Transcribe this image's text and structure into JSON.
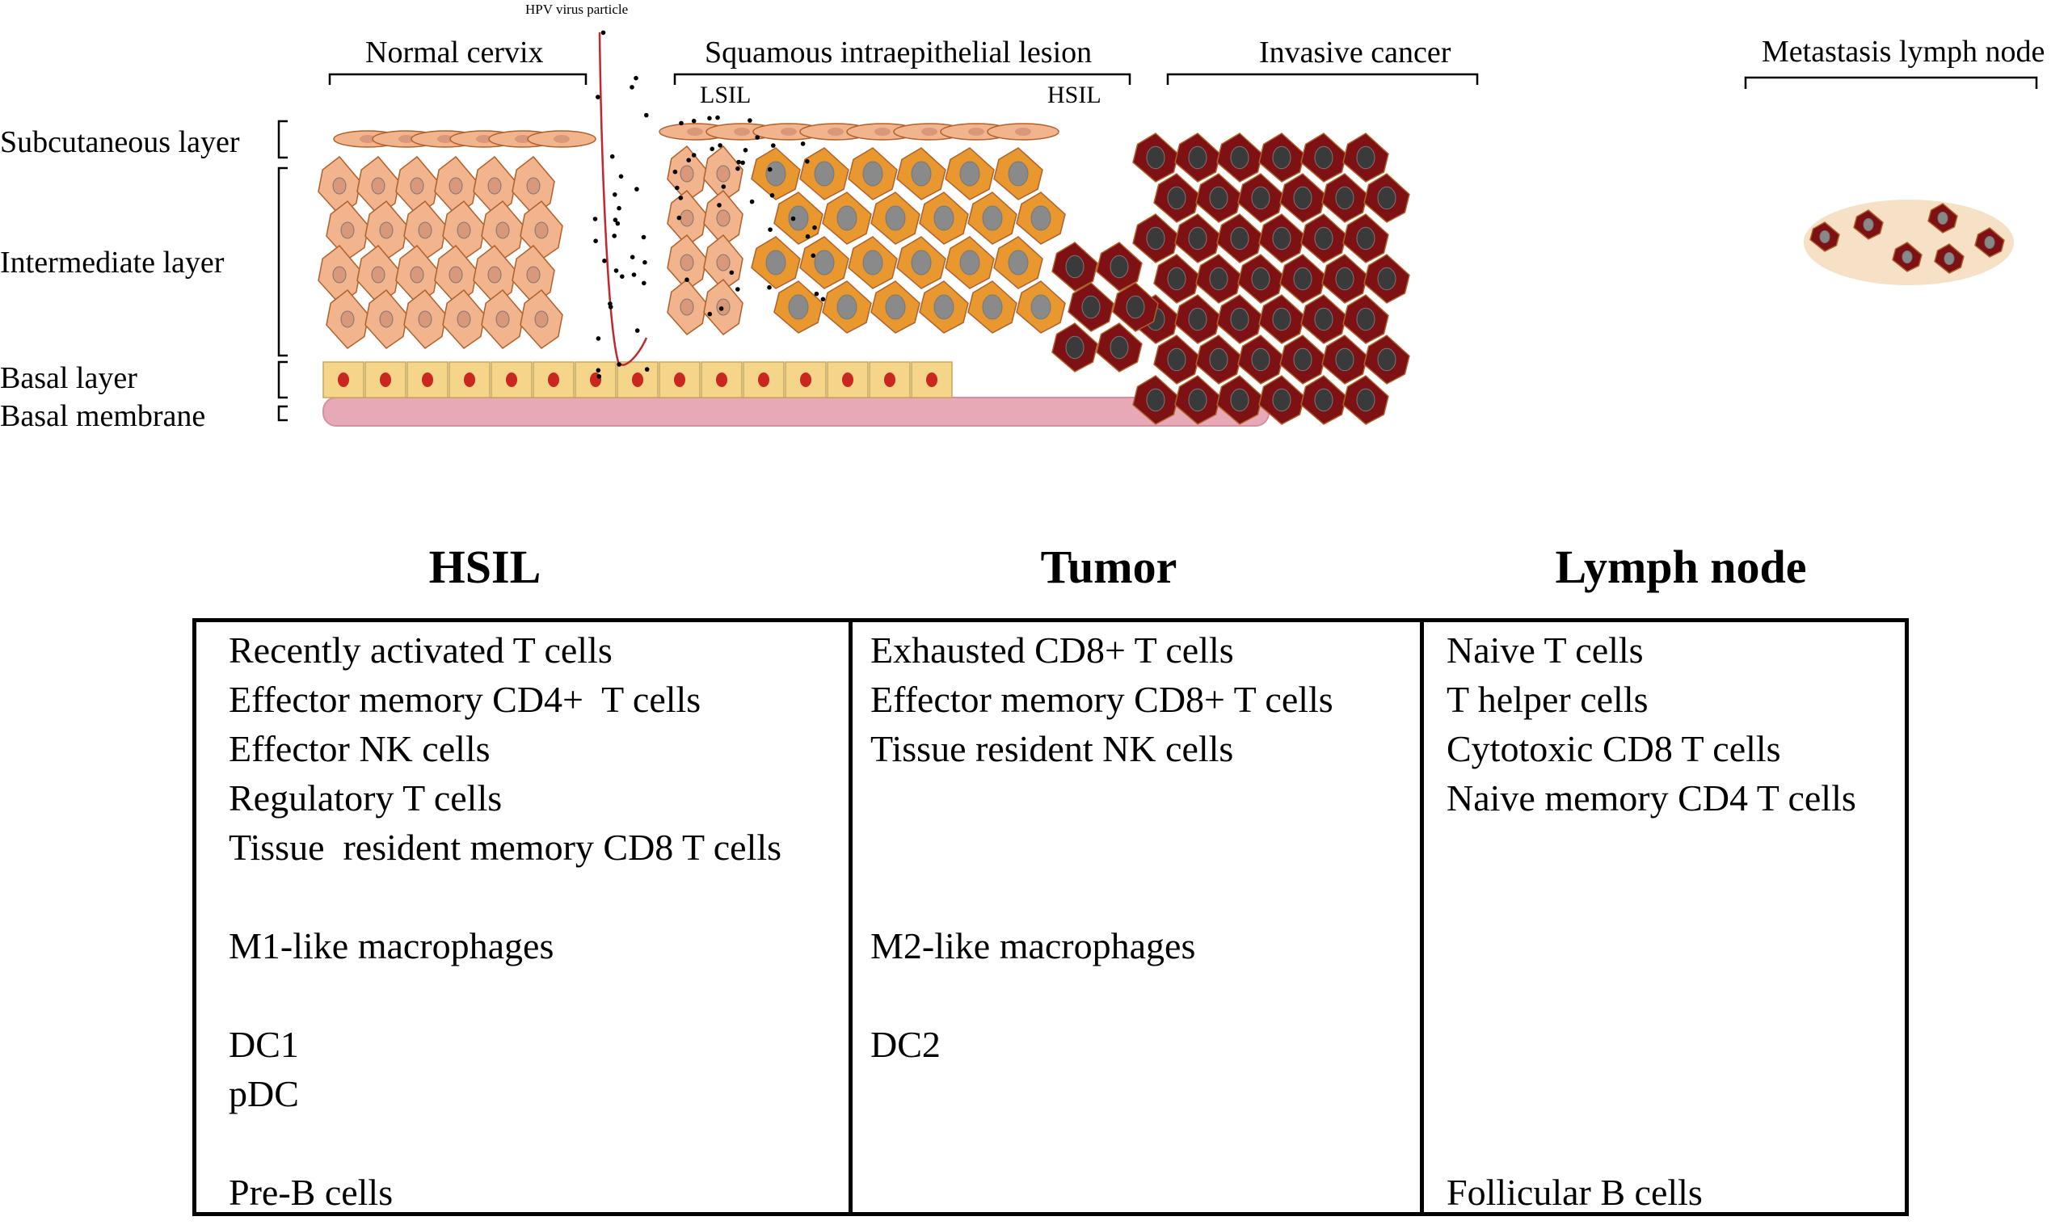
{
  "diagram": {
    "hpv_label": "HPV virus particle",
    "stage_labels": {
      "normal": "Normal cervix",
      "sil": "Squamous intraepithelial lesion",
      "lsil": "LSIL",
      "hsil": "HSIL",
      "invasive": "Invasive cancer",
      "metastasis": "Metastasis lymph node"
    },
    "layer_labels": {
      "subcutaneous": "Subcutaneous layer",
      "intermediate": "Intermediate layer",
      "basal": "Basal layer",
      "membrane": "Basal membrane"
    },
    "colors": {
      "normal_cell": "#f2b48c",
      "lesion_cell": "#e8982f",
      "lesion_nucleus": "#8a8a8a",
      "cancer_cell": "#7d1114",
      "cancer_nucleus": "#3a3a3a",
      "basal_cell": "#f5d58a",
      "basal_nucleus": "#c8281e",
      "membrane": "#e7a9b6",
      "lymph_node": "#f6e0c6",
      "virus_track": "#c0282e"
    }
  },
  "table": {
    "columns": [
      {
        "header": "HSIL",
        "cells": [
          "Recently activated T cells",
          "Effector memory CD4+  T cells",
          "Effector NK cells",
          "Regulatory T cells",
          "Tissue  resident memory CD8 T cells",
          "",
          "M1-like macrophages",
          "",
          "DC1",
          "pDC",
          "",
          "Pre-B cells"
        ]
      },
      {
        "header": "Tumor",
        "cells": [
          "Exhausted CD8+ T cells",
          "Effector memory CD8+ T cells",
          "Tissue resident NK cells",
          "",
          "",
          "",
          "M2-like macrophages",
          "",
          "DC2",
          "",
          "",
          ""
        ]
      },
      {
        "header": "Lymph node",
        "cells": [
          "Naive T cells",
          "T helper cells",
          "Cytotoxic CD8 T cells",
          "Naive memory CD4 T cells",
          "",
          "",
          "",
          "",
          "",
          "",
          "",
          "Follicular B cells"
        ]
      }
    ]
  }
}
